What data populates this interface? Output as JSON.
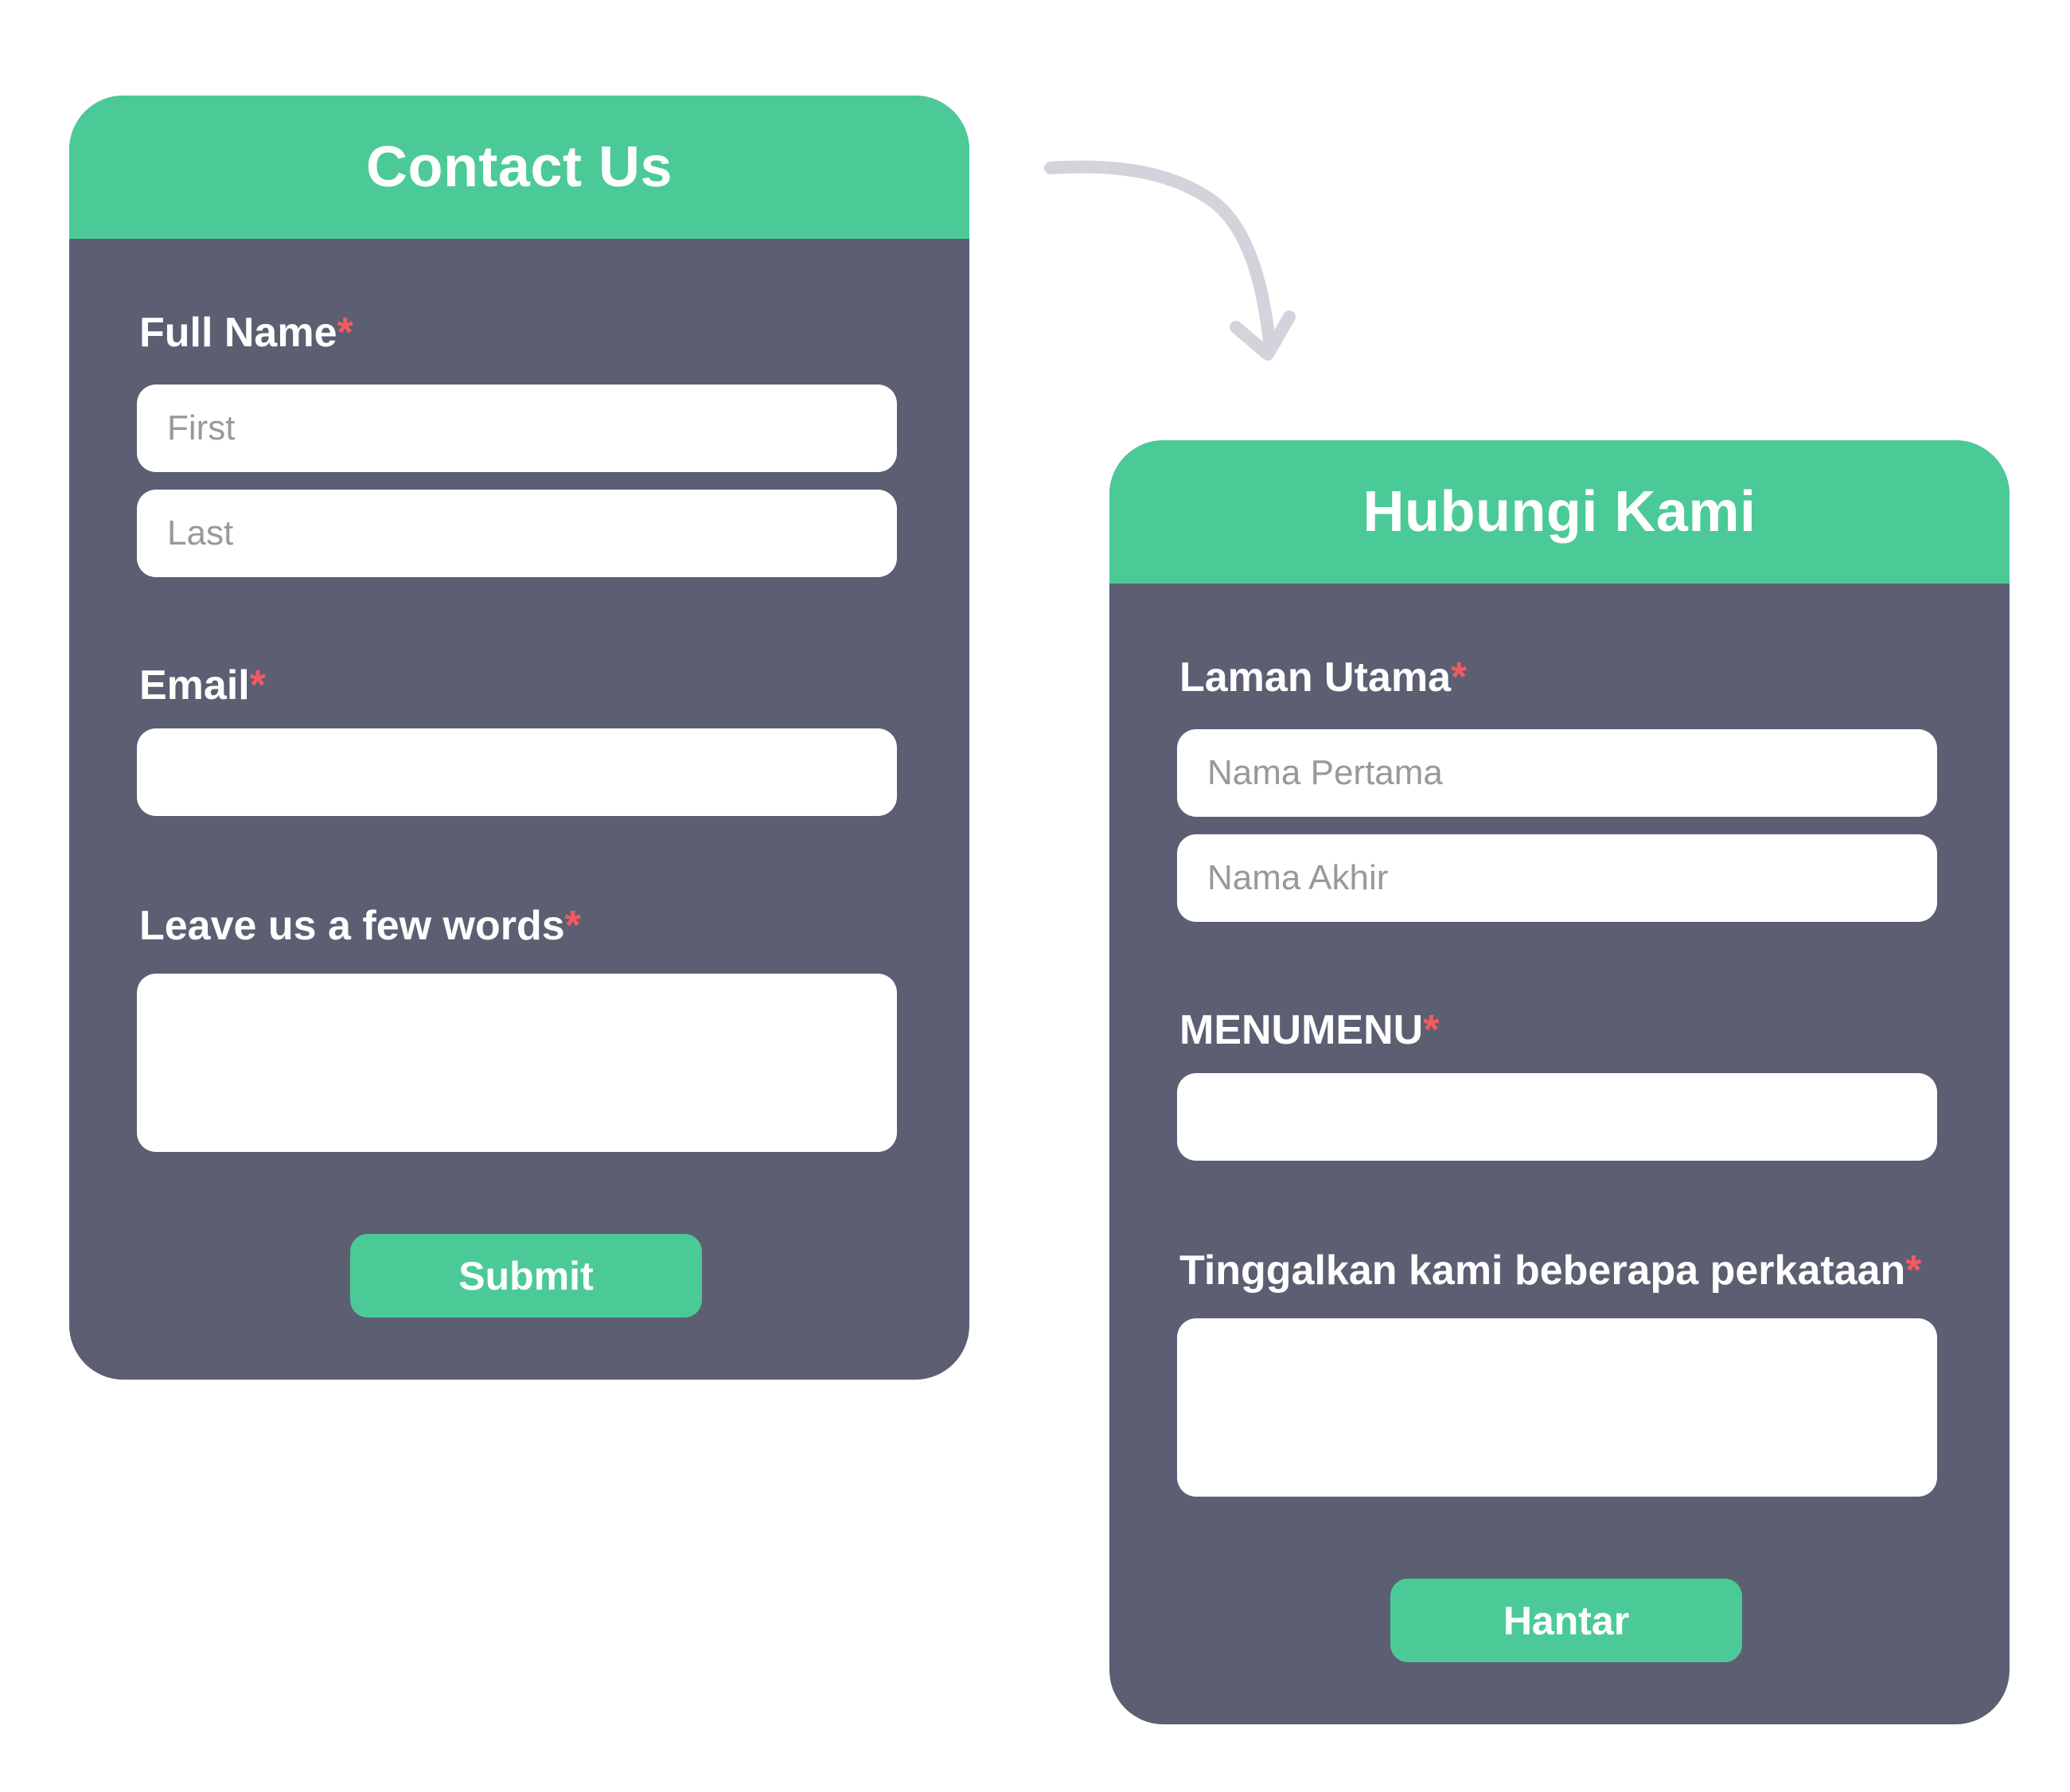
{
  "colors": {
    "accent": "#4bca98",
    "card": "#5c5f72",
    "required": "#f25a62",
    "arrow": "#d3d4db"
  },
  "english_form": {
    "title": "Contact Us",
    "full_name_label": "Full Name",
    "first_placeholder": "First",
    "last_placeholder": "Last",
    "email_label": "Email",
    "message_label": "Leave us a few words",
    "required_mark": "*",
    "submit_label": "Submit"
  },
  "malay_form": {
    "title": "Hubungi Kami",
    "full_name_label": "Laman Utama",
    "first_placeholder": "Nama Pertama",
    "last_placeholder": "Nama Akhir",
    "email_label": "MENUMENU",
    "message_label": "Tinggalkan kami beberapa perkataan",
    "required_mark": "*",
    "submit_label": "Hantar"
  },
  "arrow_icon": "curved-arrow-down-right"
}
